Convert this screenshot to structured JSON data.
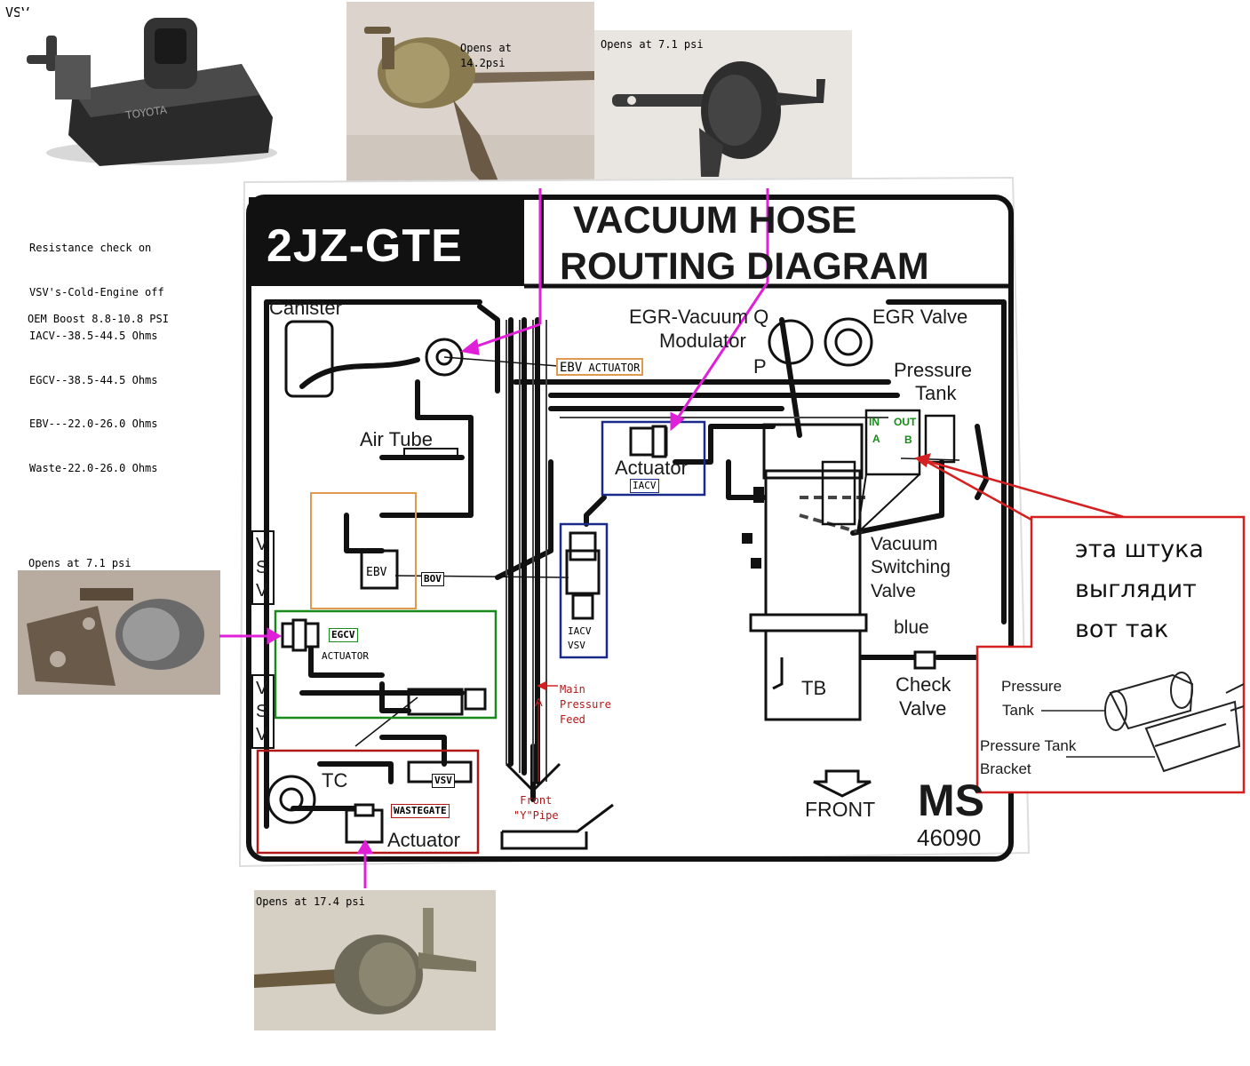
{
  "corner_label": "VSV",
  "resistance_notes": [
    "Resistance check on",
    "VSV's-Cold-Engine off",
    "IACV--38.5-44.5 Ohms",
    "EGCV--38.5-44.5 Ohms",
    "EBV---22.0-26.0 Ohms",
    "Waste-22.0-26.0 Ohms"
  ],
  "oem_boost": "OEM Boost 8.8-10.8 PSI",
  "photo_captions": {
    "top_mid": "Opens at\n14.2psi",
    "top_right": "Opens at 7.1 psi",
    "left_mid": "Opens at 7.1 psi",
    "bottom": "Opens at 17.4 psi"
  },
  "diagram": {
    "engine_code": "2JZ-GTE",
    "title_line1": "VACUUM  HOSE",
    "title_line2": "ROUTING  DIAGRAM",
    "labels": {
      "canister": "Canister",
      "air_tube": "Air  Tube",
      "egr_vac_mod_1": "EGR-Vacuum Q",
      "egr_vac_mod_2": "Modulator",
      "p": "P",
      "egr_valve": "EGR  Valve",
      "pressure_tank_1": "Pressure",
      "pressure_tank_2": "Tank",
      "actuator_mid": "Actuator",
      "vsv_1": "V\nS\nV",
      "vsv_2": "V\nS\nV",
      "vacuum_sw_1": "Vacuum",
      "vacuum_sw_2": "Switching",
      "vacuum_sw_3": "Valve",
      "blue": "blue",
      "check_1": "Check",
      "check_2": "Valve",
      "tb": "TB",
      "tc": "TC",
      "actuator_bottom": "Actuator",
      "front": "FRONT",
      "ms": "MS",
      "code": "46090",
      "a_mark": "A",
      "in": "IN",
      "out": "OUT",
      "a": "A",
      "b": "B"
    },
    "tags": {
      "ebv_actuator_1": "EBV",
      "ebv_actuator_2": "ACTUATOR",
      "iacv": "IACV",
      "ebv": "EBV",
      "bov": "BOV",
      "iacv_vsv_1": "IACV",
      "iacv_vsv_2": "VSV",
      "egcv": "EGCV",
      "egcv_actuator": "ACTUATOR",
      "vsv_small": "VSV",
      "wastegate": "WASTEGATE"
    },
    "red_notes": {
      "main_feed": "Main\nPressure\nFeed",
      "front_y": "Front\n\"Y\"Pipe"
    }
  },
  "inset": {
    "ru_line1": "эта штука",
    "ru_line2": "выглядит",
    "ru_line3": "вот так",
    "pressure_tank_1": "Pressure",
    "pressure_tank_2": "Tank",
    "bracket_1": "Pressure Tank",
    "bracket_2": "Bracket"
  },
  "colors": {
    "magenta": "#e020d8",
    "red": "#d42020",
    "orange": "#e09a50",
    "navy": "#1a2a8a",
    "green": "#1a8a1a",
    "dark_red": "#b01818"
  }
}
